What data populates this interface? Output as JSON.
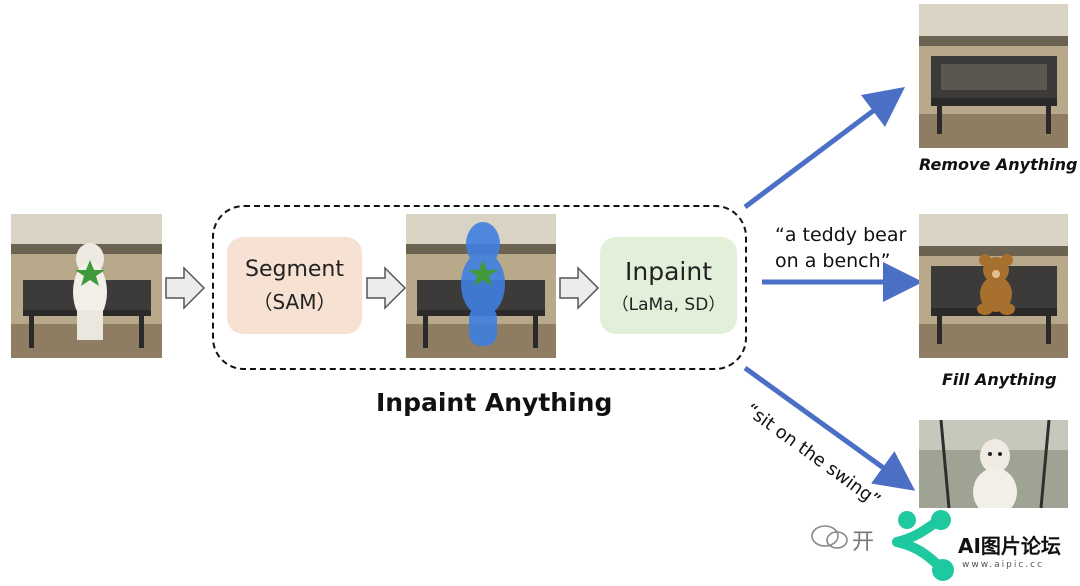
{
  "pipeline": {
    "title": "Inpaint Anything",
    "segment_box": {
      "line1": "Segment",
      "line2": "（SAM）",
      "color": "#f6e1d2"
    },
    "inpaint_box": {
      "line1": "Inpaint",
      "line2": "（LaMa, SD）",
      "color": "#e3f0d9"
    }
  },
  "outputs": {
    "remove": {
      "caption": "Remove Anything"
    },
    "fill": {
      "caption": "Fill Anything",
      "prompt_line1": "“a teddy bear",
      "prompt_line2": "on a bench”"
    },
    "replace": {
      "prompt": "“sit on the swing”"
    }
  },
  "watermark": {
    "brand": "AI图片论坛",
    "url": "www.aipic.cc",
    "fragment": "开"
  },
  "colors": {
    "arrow_blue": "#4a6fc4",
    "mask_blue": "#3f7fe0",
    "star_green": "#3e9a3a"
  }
}
